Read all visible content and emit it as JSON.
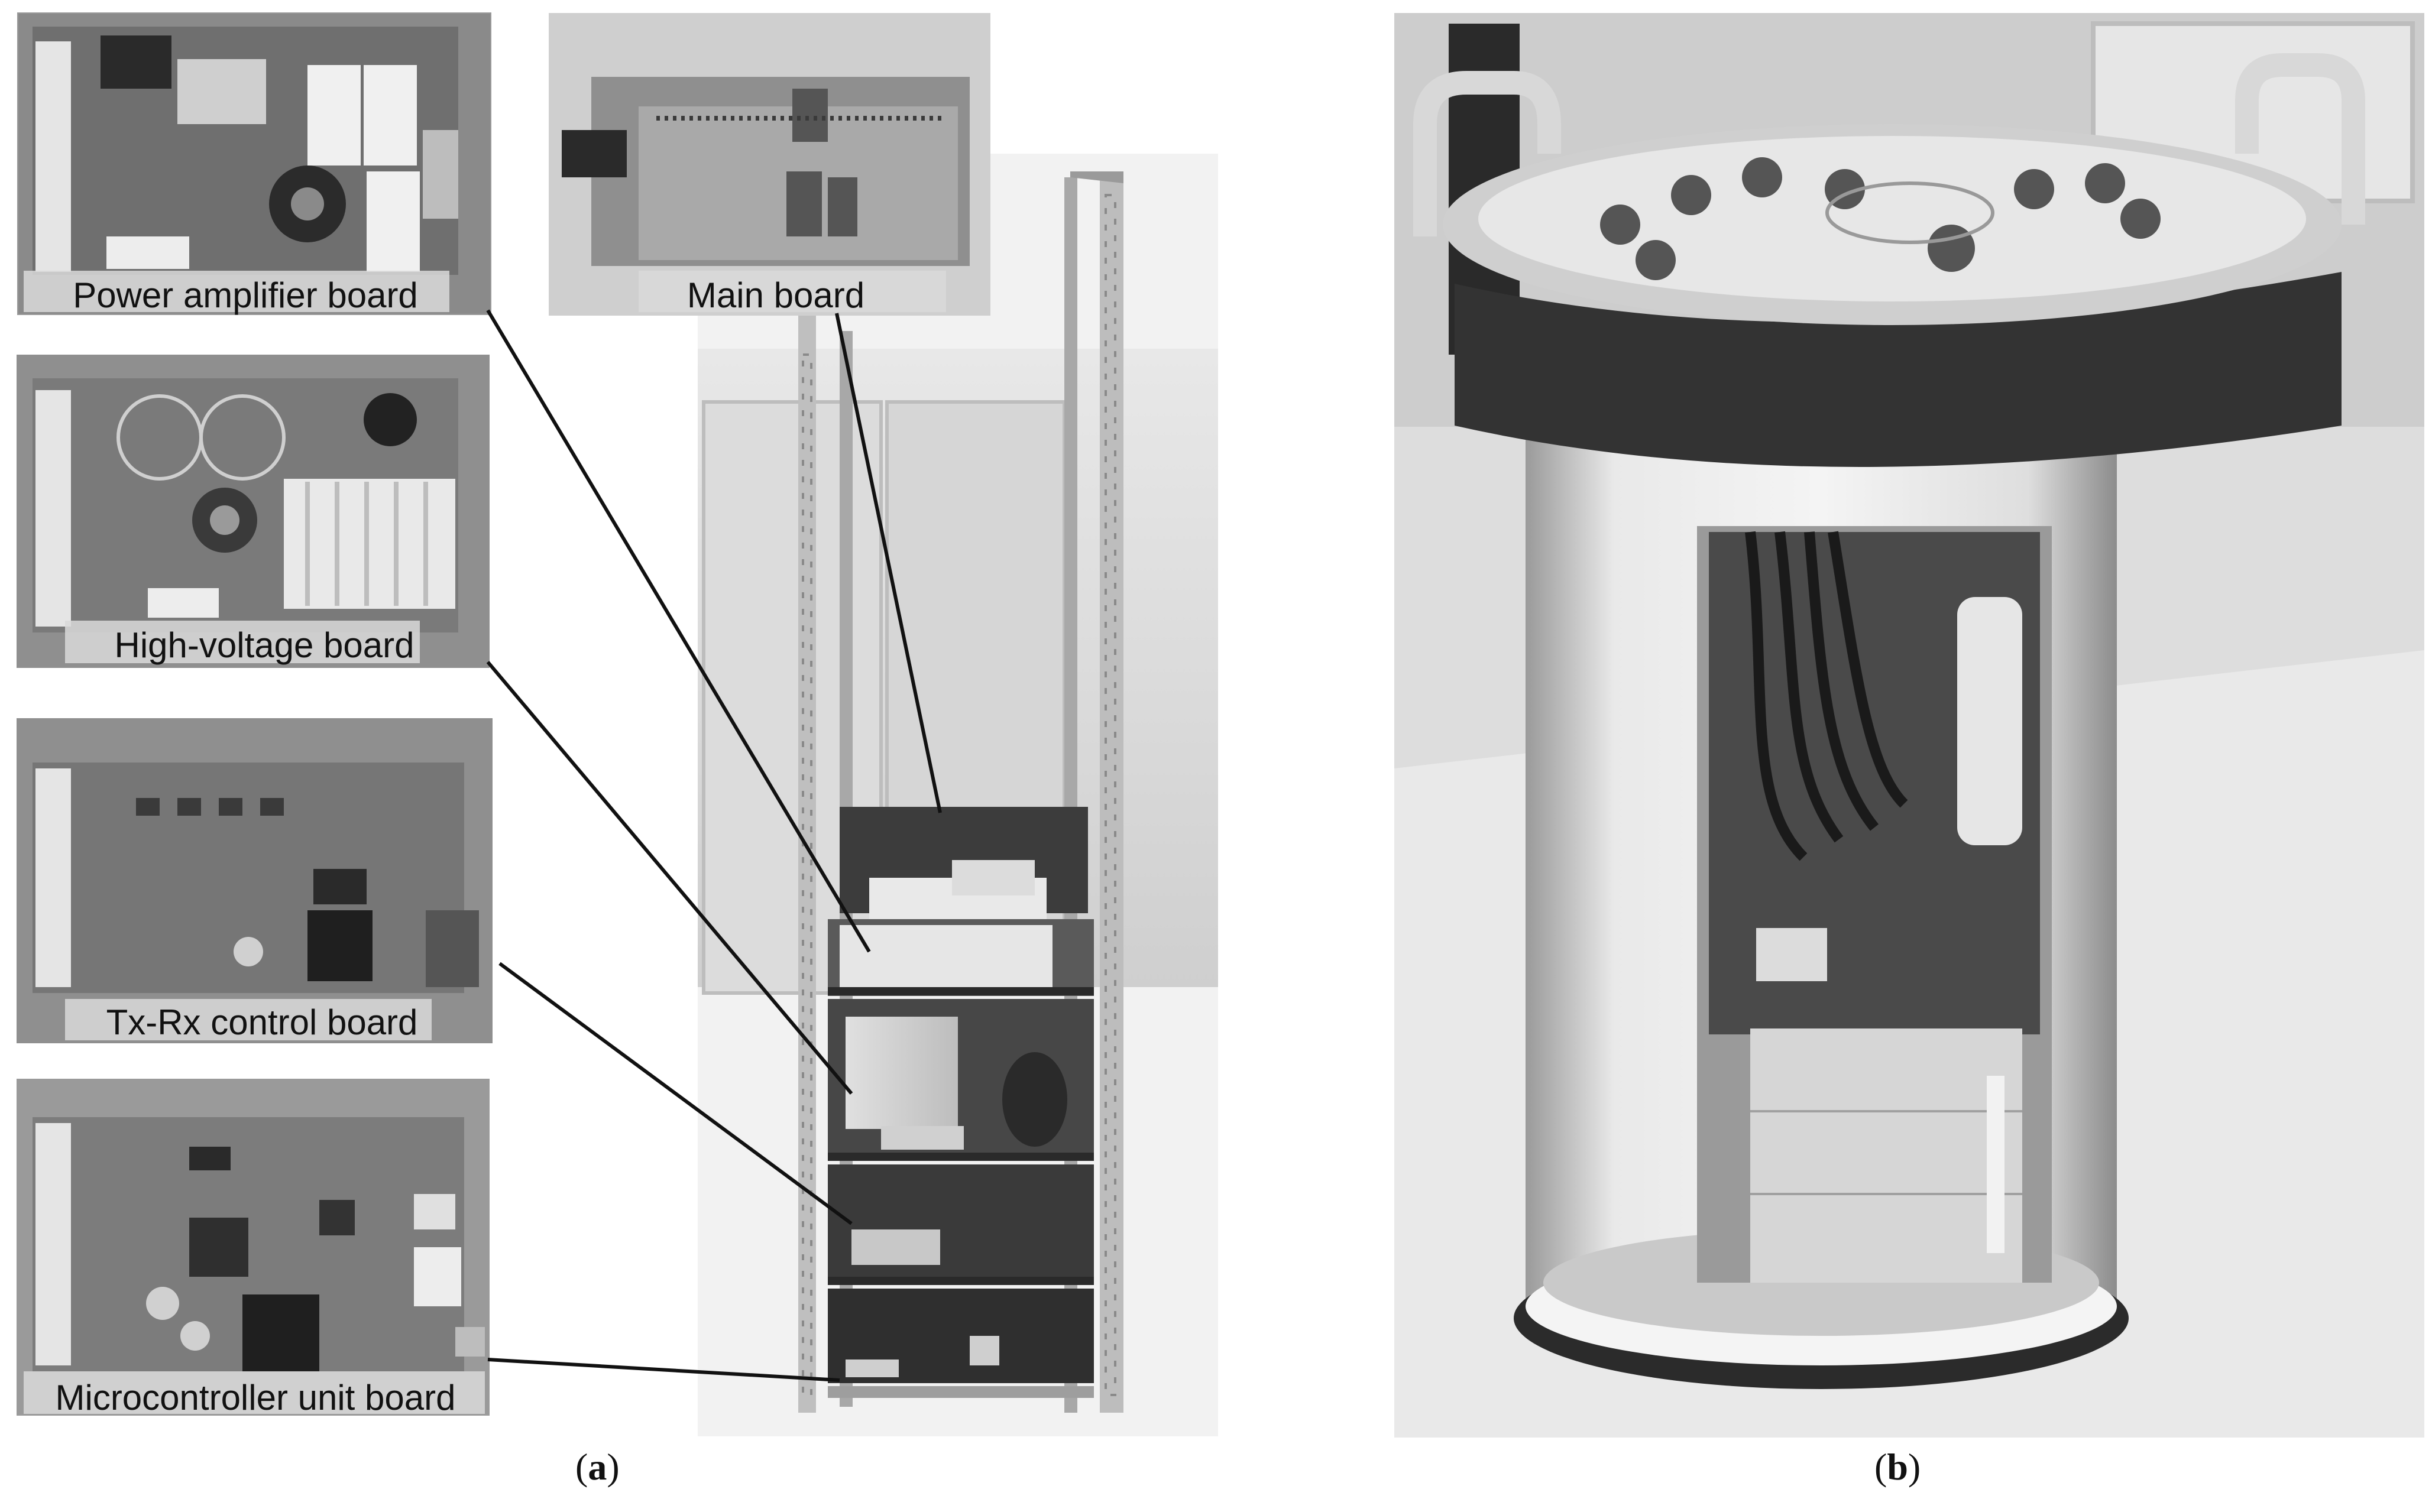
{
  "panel_a": {
    "labels": {
      "power_amplifier": "Power amplifier board",
      "main": "Main board",
      "high_voltage": "High-voltage board",
      "tx_rx": "Tx-Rx control board",
      "mcu": "Microcontroller unit board"
    },
    "caption": "a"
  },
  "panel_b": {
    "caption": "b"
  },
  "colors": {
    "photo_bg": "#c9c9c9",
    "board": "#7a7a7a",
    "line": "#111111",
    "label_bg": "#d8d8d8"
  }
}
